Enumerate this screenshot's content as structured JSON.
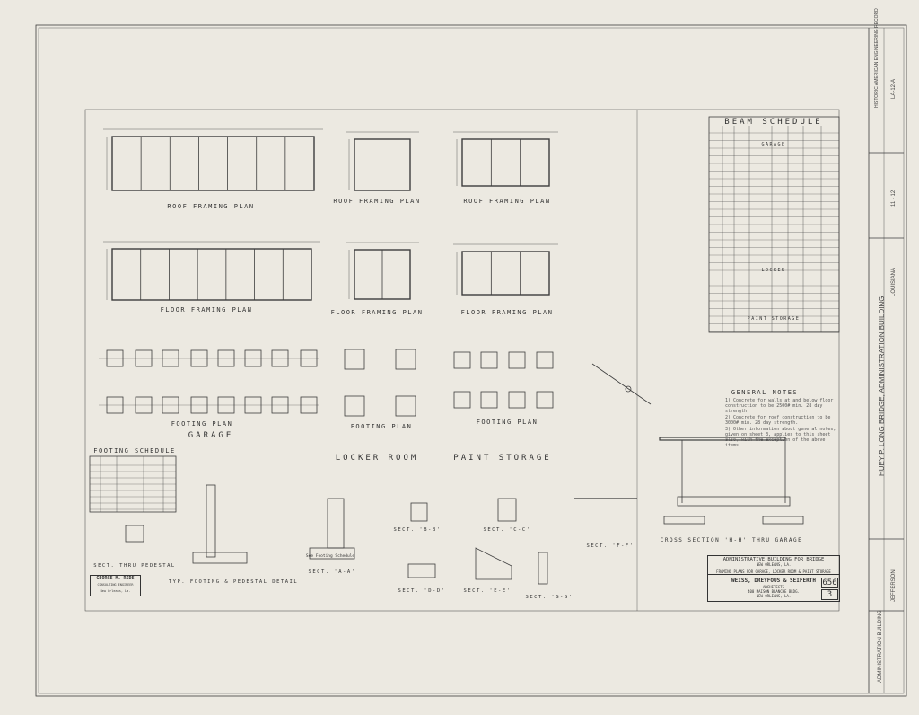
{
  "sheet": {
    "garage": {
      "title": "GARAGE",
      "roof_plan": "ROOF FRAMING PLAN",
      "floor_plan": "FLOOR FRAMING PLAN",
      "footing_plan": "FOOTING PLAN"
    },
    "locker_room": {
      "title": "LOCKER ROOM",
      "roof_plan": "ROOF FRAMING PLAN",
      "floor_plan": "FLOOR FRAMING PLAN",
      "footing_plan": "FOOTING PLAN"
    },
    "paint_storage": {
      "title": "PAINT STORAGE",
      "roof_plan": "ROOF FRAMING PLAN",
      "floor_plan": "FLOOR FRAMING PLAN",
      "footing_plan": "FOOTING PLAN"
    },
    "beam_schedule": {
      "title": "BEAM SCHEDULE",
      "sections": [
        "GARAGE",
        "LOCKER",
        "PAINT STORAGE"
      ]
    },
    "general_notes": {
      "title": "GENERAL NOTES",
      "lines": [
        "1) Concrete for walls at and below floor construction to be 2500# min. 28 day strength.",
        "2) Concrete for roof construction to be 3000# min. 28 day strength.",
        "3) Other information about general notes, given on sheet 3, applies to this sheet also, with the exception of the above items."
      ]
    },
    "footing_schedule": {
      "title": "FOOTING SCHEDULE",
      "detail": "SECT. THRU PEDESTAL"
    },
    "details": {
      "typ_footing": "TYP. FOOTING & PEDESTAL DETAIL",
      "sect_aa": "SECT. 'A-A'",
      "sect_bb": "SECT. 'B-B'",
      "sect_cc": "SECT. 'C-C'",
      "sect_dd": "SECT. 'D-D'",
      "sect_ee": "SECT. 'E-E'",
      "sect_ff": "SECT. 'F-F'",
      "sect_gg": "SECT. 'G-G'",
      "cross_section": "CROSS SECTION 'H-H' THRU GARAGE",
      "see_footing": "See Footing Schedule"
    },
    "engineer_stamp": {
      "name": "GEORGE M. RIDE",
      "role": "CONSULTING ENGINEER",
      "city": "New Orleans, La."
    },
    "title_block": {
      "project": "ADMINISTRATIVE BUILDING FOR BRIDGE",
      "location": "NEW ORLEANS, LA.",
      "subtitle": "FRAMING PLANS FOR GARAGE, LOCKER ROOM & PAINT STORAGE",
      "firm": "WEISS, DREYFOUS & SEIFERTH",
      "firm_role": "ARCHITECTS",
      "address": "400 MAISON BLANCHE BLDG.",
      "city": "NEW ORLEANS, LA.",
      "job_no": "656",
      "sheet_no": "3"
    }
  },
  "record_strip": {
    "agency": "HISTORIC AMERICAN ENGINEERING RECORD",
    "record_no": "LA-12-A",
    "sheet": "11 - 12",
    "state": "LOUISIANA",
    "project": "HUEY P. LONG BRIDGE, ADMINISTRATION BUILDING",
    "county": "JEFFERSON",
    "building": "ADMINISTRATION BUILDING"
  }
}
